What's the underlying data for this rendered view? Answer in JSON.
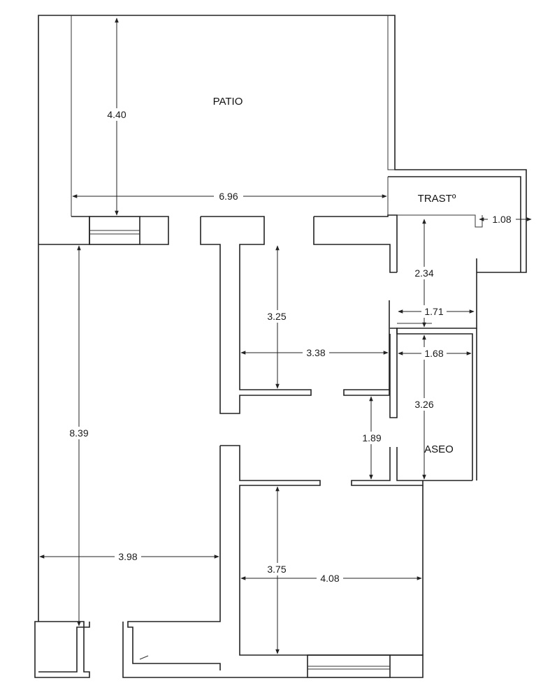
{
  "rooms": {
    "patio": "PATIO",
    "trastero": "TRASTº",
    "aseo": "ASEO"
  },
  "dimensions": {
    "patio_height": "4.40",
    "patio_width": "6.96",
    "trastero_width": "1.08",
    "corridor_height": "2.34",
    "corridor_width": "1.71",
    "room_height": "3.25",
    "room_width": "3.38",
    "aseo_width": "1.68",
    "aseo_height": "3.26",
    "hall_height": "1.89",
    "left_room_height": "8.39",
    "left_room_width": "3.98",
    "bedroom_height": "3.75",
    "bedroom_width": "4.08"
  }
}
